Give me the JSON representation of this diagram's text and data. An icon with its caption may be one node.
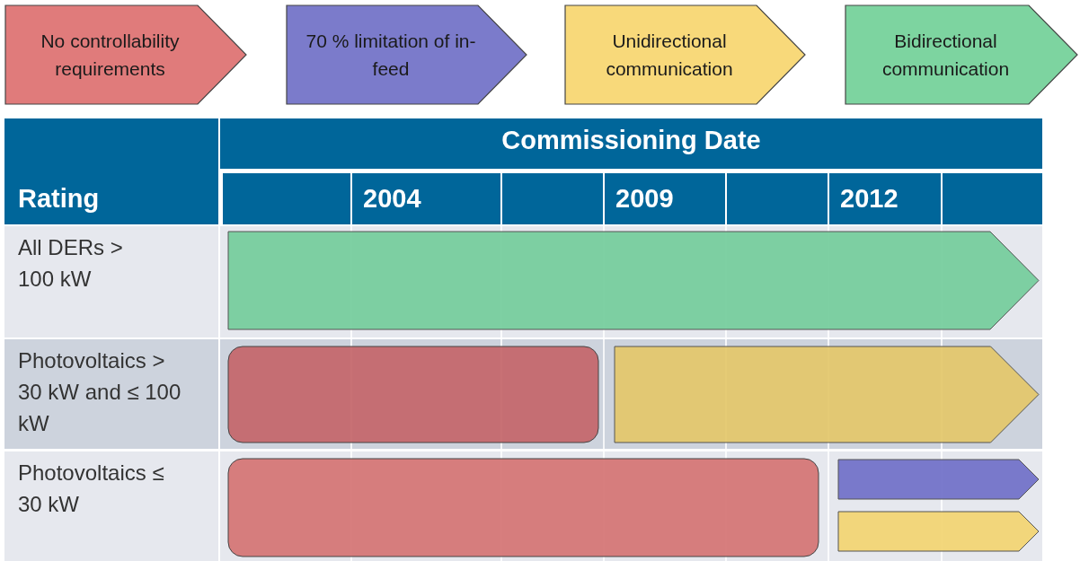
{
  "diagram": {
    "nodes": [
      {
        "text": [],
        "shape": "bar"
      },
      {
        "text": [],
        "shape": "bar"
      },
      {
        "text": [],
        "shape": "bar"
      },
      {
        "text": [],
        "shape": "bar"
      },
      {
        "text": [],
        "shape": "bar"
      },
      {
        "text": [],
        "shape": "bar"
      }
    ],
    "labels": [
      "Commissioning Date",
      "Rating",
      "2004",
      "2009",
      "2012",
      "All DERs > 100 kW",
      "Photovoltaics > 30 kW and ≤ 100 kW",
      "Photovoltaics ≤ 30 kW"
    ],
    "legend": [
      {
        "text": "No controllability requirements",
        "color": "#e07b7b"
      },
      {
        "text": "70 % limitation of in-feed",
        "color": "#7b7bcb"
      },
      {
        "text": "Unidirectional communication",
        "color": "#f8d97a"
      },
      {
        "text": "Bidirectional communication",
        "color": "#7dd4a0"
      }
    ]
  }
}
